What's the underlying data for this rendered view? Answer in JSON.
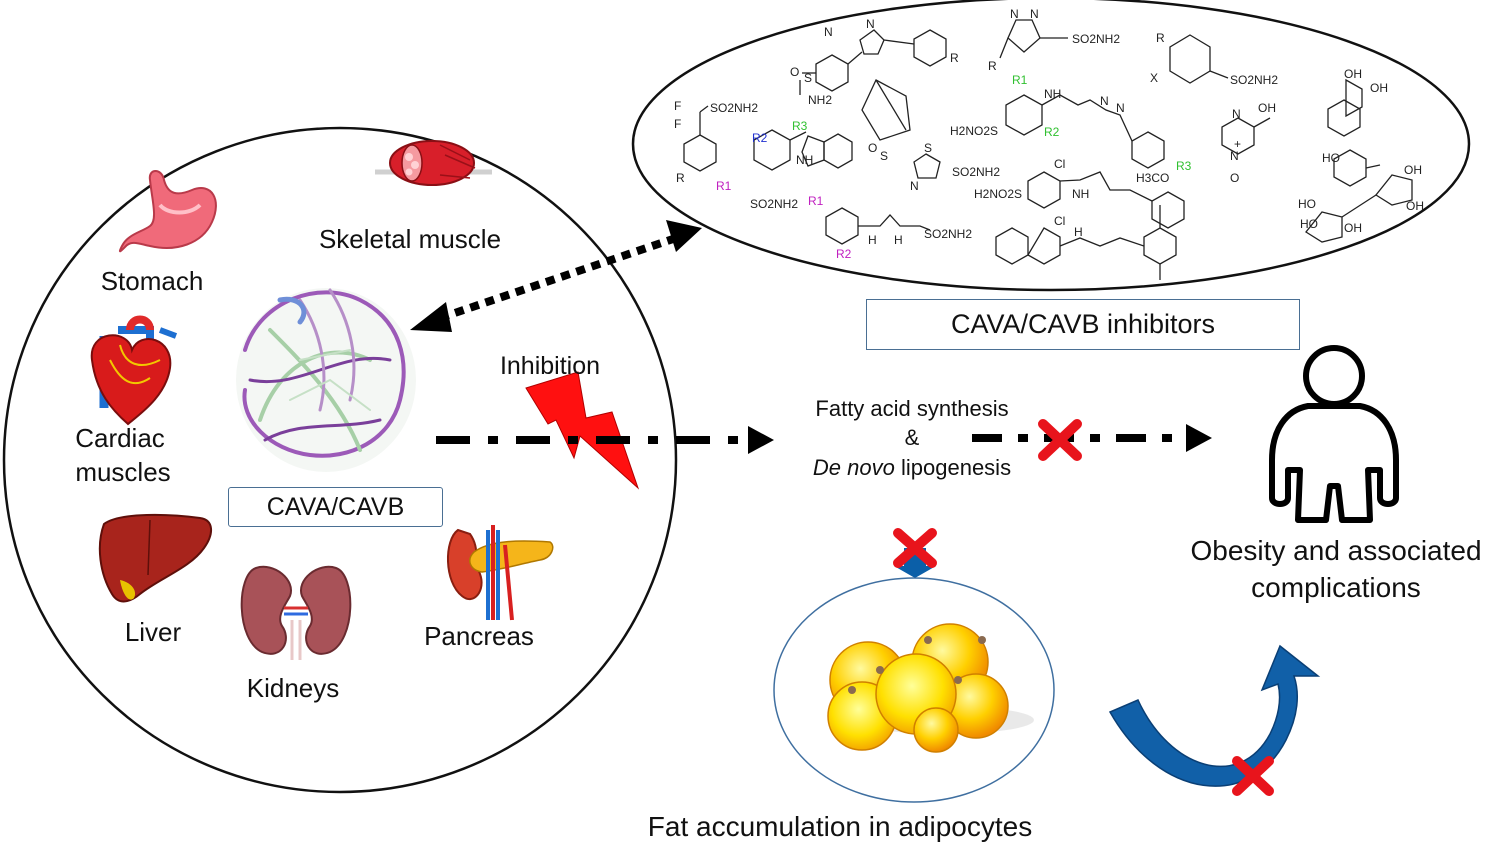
{
  "organs": {
    "stomach": "Stomach",
    "skeletal_muscle": "Skeletal muscle",
    "cardiac_line1": "Cardiac",
    "cardiac_line2": "muscles",
    "liver": "Liver",
    "kidneys": "Kidneys",
    "pancreas": "Pancreas"
  },
  "enzyme_label": "CAVA/CAVB",
  "inhibitors_label": "CAVA/CAVB inhibitors",
  "inhibition_label": "Inhibition",
  "pathway": {
    "line1": "Fatty acid synthesis",
    "line2": "&",
    "line3_italic": "De novo",
    "line3_rest": " lipogenesis"
  },
  "outcome": {
    "line1": "Obesity and associated",
    "line2": "complications"
  },
  "fat_label": "Fat accumulation in adipocytes",
  "chem_labels": {
    "so2nh2": "SO2NH2",
    "h2no2s": "H2NO2S",
    "nh2": "NH2",
    "r": "R",
    "r1": "R1",
    "r2": "R2",
    "r3": "R3",
    "x": "X",
    "f": "F",
    "oh": "OH",
    "ho": "HO",
    "cl": "Cl",
    "nh": "NH",
    "h": "H",
    "h3co": "H3CO",
    "o": "O",
    "n": "N",
    "s": "S",
    "plus": "+",
    "minus": "−"
  },
  "colors": {
    "accent_blue": "#0b5fa8",
    "box_border": "#4a6f93",
    "cross_red": "#e8141c",
    "lightning_red": "#ff1010",
    "r1_magenta": "#c020c0",
    "r2_blue": "#2030d0",
    "r3_green": "#30c030"
  }
}
